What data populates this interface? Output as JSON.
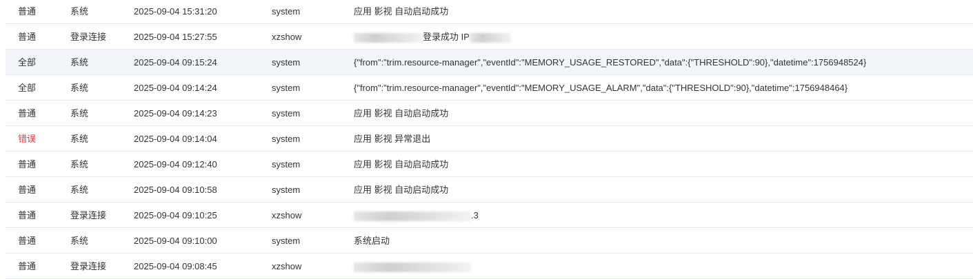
{
  "rows": [
    {
      "level": "普通",
      "category": "系统",
      "time": "2025-09-04 15:31:20",
      "user": "system",
      "message": "应用 影视 自动启动成功"
    },
    {
      "level": "普通",
      "category": "登录连接",
      "time": "2025-09-04 15:27:55",
      "user": "xzshow",
      "message": "登录成功 IP",
      "redacted": true
    },
    {
      "level": "全部",
      "category": "系统",
      "time": "2025-09-04 09:15:24",
      "user": "system",
      "message": "{\"from\":\"trim.resource-manager\",\"eventId\":\"MEMORY_USAGE_RESTORED\",\"data\":{\"THRESHOLD\":90},\"datetime\":1756948524}",
      "highlighted": true
    },
    {
      "level": "全部",
      "category": "系统",
      "time": "2025-09-04 09:14:24",
      "user": "system",
      "message": "{\"from\":\"trim.resource-manager\",\"eventId\":\"MEMORY_USAGE_ALARM\",\"data\":{\"THRESHOLD\":90},\"datetime\":1756948464}"
    },
    {
      "level": "普通",
      "category": "系统",
      "time": "2025-09-04 09:14:23",
      "user": "system",
      "message": "应用 影视 自动启动成功"
    },
    {
      "level": "错误",
      "category": "系统",
      "time": "2025-09-04 09:14:04",
      "user": "system",
      "message": "应用 影视 异常退出",
      "error": true
    },
    {
      "level": "普通",
      "category": "系统",
      "time": "2025-09-04 09:12:40",
      "user": "system",
      "message": "应用 影视 自动启动成功"
    },
    {
      "level": "普通",
      "category": "系统",
      "time": "2025-09-04 09:10:58",
      "user": "system",
      "message": "应用 影视 自动启动成功"
    },
    {
      "level": "普通",
      "category": "登录连接",
      "time": "2025-09-04 09:10:25",
      "user": "xzshow",
      "message": ".3",
      "redacted": true
    },
    {
      "level": "普通",
      "category": "系统",
      "time": "2025-09-04 09:10:00",
      "user": "system",
      "message": "系统启动"
    },
    {
      "level": "普通",
      "category": "登录连接",
      "time": "2025-09-04 09:08:45",
      "user": "xzshow",
      "message": "",
      "redacted": true
    }
  ],
  "colors": {
    "error": "#e8343f",
    "highlight": "#f2f5f9",
    "divider": "#e5e8ee"
  }
}
